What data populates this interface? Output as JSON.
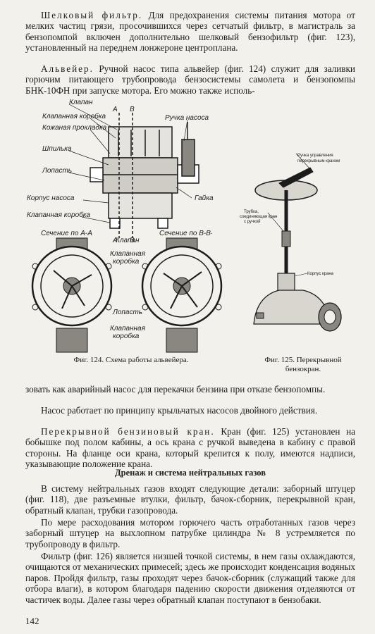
{
  "paragraphs": {
    "p1_term": "Шелковый фильтр.",
    "p1_text": " Для предохранения системы питания мотора от мелких частиц грязи, просочившихся через сетчатый фильтр, в магистраль за бензопомпой включен дополнительно шелковый бензофильтр (фиг. 123), установленный на переднем лонжероне центроплана.",
    "p2_term": "Альвейер.",
    "p2_text": " Ручной насос типа альвейер (фиг. 124) служит для заливки горючим питающего трубопровода бензосистемы самолета и бензопомпы БНК-10ФН при запуске мотора. Его можно также исполь-",
    "p3_text": "зовать как аварийный насос для перекачки бензина при отказе бензопомпы.",
    "p4_text": "Насос работает по принципу крыльчатых насосов двойного действия.",
    "p5_term": "Перекрывной бензиновый кран.",
    "p5_text": " Кран (фиг. 125) установлен на бобышке под полом кабины, а ось крана с ручкой выведена в кабину с правой стороны. На фланце оси крана, который крепится к полу, имеются надписи, указывающие положение крана.",
    "heading": "Дренаж и система нейтральных газов",
    "p6_text": "В систему нейтральных газов входят следующие детали: заборный штуцер (фиг. 118), две разъемные втулки, фильтр, бачок-сборник, перекрывной кран, обратный клапан, трубки газопровода.",
    "p7_text": "По мере расходования мотором горючего часть отработанных газов через заборный штуцер на выхлопном патрубке цилиндра № 8 устремляется по трубопроводу в фильтр.",
    "p8_text": "Фильтр (фиг. 126) является низшей точкой системы, в нем газы охлаждаются, очищаются от механических примесей; здесь же происходит конденсация водяных паров. Пройдя фильтр, газы проходят через бачок-сборник (служащий также для отбора влаги), в котором благодаря падению скорости движения отделяются от частичек воды. Далее газы через обратный клапан поступают в бензобаки."
  },
  "fig124": {
    "caption": "Фиг. 124. Схема работы альвейера.",
    "labels": {
      "klapan": "Клапан",
      "klapannaya_korobka": "Клапанная коробка",
      "kozhanaya_prokladka": "Кожаная прокладка",
      "shpilka": "Шпилька",
      "lopast": "Лопасть",
      "korpus_nasosa": "Корпус насоса",
      "klapannaya_korobka2": "Клапанная коробка",
      "ruchka_nasosa": "Ручка насоса",
      "gayka": "Гайка",
      "a_top": "А",
      "b_top": "В",
      "a_bot": "А",
      "b_bot": "В",
      "sechenie_aa": "Сечение по А-А",
      "sechenie_bb": "Сечение по В-В·",
      "klapan2": "Клапан",
      "klapannaya_korobka3a": "Клапанная",
      "klapannaya_korobka3b": "коробка",
      "lopast2": "Лопасть",
      "klapannaya_korobka4a": "Клапанная",
      "klapannaya_korobka4b": "коробка"
    }
  },
  "fig125": {
    "caption_line1": "Фиг. 125. Перекрывной",
    "caption_line2": "бензокран.",
    "labels": {
      "ruchka_1": "Ручка управления",
      "ruchka_2": "перекрывным краном",
      "truba_1": "Трубка,",
      "truba_2": "соединяющая кран",
      "truba_3": "с ручкой",
      "korpus": "Корпус крана"
    }
  },
  "page_number": "142"
}
